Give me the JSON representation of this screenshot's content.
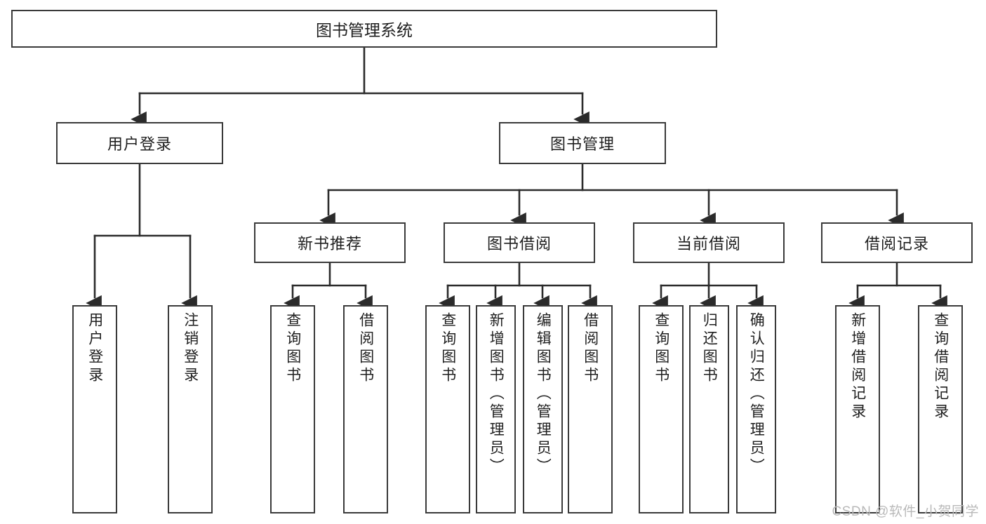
{
  "diagram": {
    "type": "tree-hierarchy-chart",
    "title": "图书管理系统",
    "colors": {
      "box_border": "#3a3a3a",
      "box_fill": "#ffffff",
      "connector": "#2b2b2b",
      "text": "#1f1f1f",
      "watermark": "#b9b9b9",
      "background": "#ffffff"
    },
    "root": {
      "label": "图书管理系统"
    },
    "level1": [
      {
        "id": "user-login",
        "label": "用户登录"
      },
      {
        "id": "book-manage",
        "label": "图书管理"
      }
    ],
    "level2": [
      {
        "id": "new-book-recommend",
        "label": "新书推荐",
        "parent": "book-manage"
      },
      {
        "id": "book-borrow",
        "label": "图书借阅",
        "parent": "book-manage"
      },
      {
        "id": "current-borrow",
        "label": "当前借阅",
        "parent": "book-manage"
      },
      {
        "id": "borrow-record",
        "label": "借阅记录",
        "parent": "book-manage"
      }
    ],
    "leaves": [
      {
        "id": "leaf-user-login",
        "label": "用户登录",
        "parent": "user-login"
      },
      {
        "id": "leaf-user-logout",
        "label": "注销登录",
        "parent": "user-login"
      },
      {
        "id": "leaf-query-book-1",
        "label": "查询图书",
        "parent": "new-book-recommend"
      },
      {
        "id": "leaf-borrow-book-1",
        "label": "借阅图书",
        "parent": "new-book-recommend"
      },
      {
        "id": "leaf-query-book-2",
        "label": "查询图书",
        "parent": "book-borrow"
      },
      {
        "id": "leaf-add-book",
        "label": "新增图书（管理员）",
        "parent": "book-borrow"
      },
      {
        "id": "leaf-edit-book",
        "label": "编辑图书（管理员）",
        "parent": "book-borrow"
      },
      {
        "id": "leaf-borrow-book-2",
        "label": "借阅图书",
        "parent": "book-borrow"
      },
      {
        "id": "leaf-query-book-3",
        "label": "查询图书",
        "parent": "current-borrow"
      },
      {
        "id": "leaf-return-book",
        "label": "归还图书",
        "parent": "current-borrow"
      },
      {
        "id": "leaf-confirm-return",
        "label": "确认归还（管理员）",
        "parent": "current-borrow"
      },
      {
        "id": "leaf-add-record",
        "label": "新增借阅记录",
        "parent": "borrow-record"
      },
      {
        "id": "leaf-query-record",
        "label": "查询借阅记录",
        "parent": "borrow-record"
      }
    ]
  },
  "watermark": {
    "text": "CSDN @软件_小贺同学"
  }
}
